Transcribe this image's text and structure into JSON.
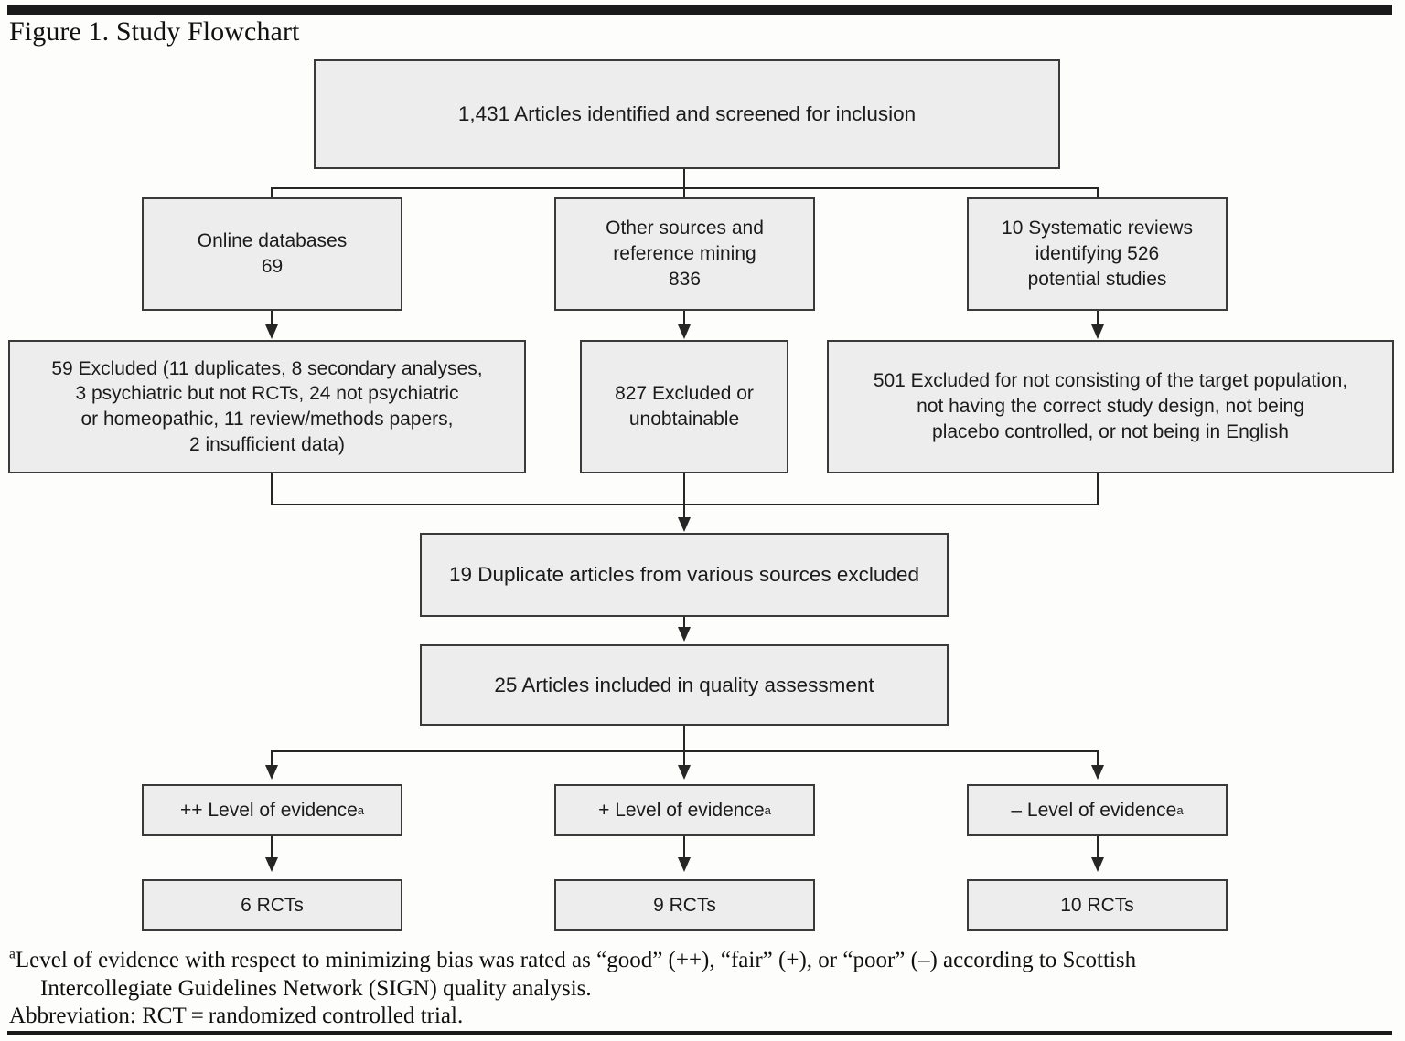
{
  "figure": {
    "title": "Figure 1. Study Flowchart"
  },
  "flow": {
    "screened": "1,431 Articles identified and screened for inclusion",
    "sources": [
      {
        "name": "online-databases",
        "text": "Online databases\n69"
      },
      {
        "name": "other-sources",
        "text": "Other sources and\nreference mining\n836"
      },
      {
        "name": "systematic-reviews",
        "text": "10 Systematic reviews\nidentifying 526\npotential studies"
      }
    ],
    "exclusions": [
      {
        "name": "excluded-59",
        "text": "59 Excluded (11 duplicates, 8 secondary analyses,\n3 psychiatric but not RCTs, 24 not psychiatric\nor homeopathic, 11 review/methods papers,\n2 insufficient data)"
      },
      {
        "name": "excluded-827",
        "text": "827 Excluded or\nunobtainable"
      },
      {
        "name": "excluded-501",
        "text": "501 Excluded for not consisting of the target population,\nnot having the  correct study design, not being\nplacebo controlled, or not being in English"
      }
    ],
    "duplicates": "19 Duplicate articles from various sources excluded",
    "included": "25 Articles included in quality assessment",
    "levels": [
      {
        "name": "level-plusplus",
        "label": "++ Level of evidence",
        "marker": "a",
        "rcts": "6 RCTs"
      },
      {
        "name": "level-plus",
        "label": "+ Level of evidence",
        "marker": "a",
        "rcts": "9 RCTs"
      },
      {
        "name": "level-minus",
        "label": "– Level of evidence",
        "marker": "a",
        "rcts": "10 RCTs"
      }
    ]
  },
  "footnote": {
    "marker": "a",
    "line1": "Level of evidence with respect to minimizing bias was rated as “good” (++), “fair” (+), or “poor” (–) according to Scottish",
    "line2": "Intercollegiate Guidelines Network (SIGN) quality analysis.",
    "line3": "Abbreviation: RCT = randomized controlled trial."
  },
  "chart_data": {
    "type": "diagram",
    "title": "Figure 1. Study Flowchart",
    "nodes": [
      {
        "id": "screened",
        "label": "1,431 Articles identified and screened for inclusion",
        "value": 1431
      },
      {
        "id": "online-databases",
        "label": "Online databases",
        "value": 69
      },
      {
        "id": "other-sources",
        "label": "Other sources and reference mining",
        "value": 836
      },
      {
        "id": "systematic-reviews",
        "label": "10 Systematic reviews identifying 526 potential studies",
        "value": 526
      },
      {
        "id": "excluded-59",
        "label": "59 Excluded (11 duplicates, 8 secondary analyses, 3 psychiatric but not RCTs, 24 not psychiatric or homeopathic, 11 review/methods papers, 2 insufficient data)",
        "value": 59
      },
      {
        "id": "excluded-827",
        "label": "827 Excluded or unobtainable",
        "value": 827
      },
      {
        "id": "excluded-501",
        "label": "501 Excluded for not consisting of the target population, not having the correct study design, not being placebo controlled, or not being in English",
        "value": 501
      },
      {
        "id": "duplicates",
        "label": "19 Duplicate articles from various sources excluded",
        "value": 19
      },
      {
        "id": "included",
        "label": "25 Articles included in quality assessment",
        "value": 25
      },
      {
        "id": "level-plusplus",
        "label": "++ Level of evidence",
        "value": 6
      },
      {
        "id": "level-plus",
        "label": "+ Level of evidence",
        "value": 9
      },
      {
        "id": "level-minus",
        "label": "- Level of evidence",
        "value": 10
      }
    ],
    "edges": [
      [
        "screened",
        "online-databases"
      ],
      [
        "screened",
        "other-sources"
      ],
      [
        "screened",
        "systematic-reviews"
      ],
      [
        "online-databases",
        "excluded-59"
      ],
      [
        "other-sources",
        "excluded-827"
      ],
      [
        "systematic-reviews",
        "excluded-501"
      ],
      [
        "excluded-59",
        "duplicates"
      ],
      [
        "excluded-827",
        "duplicates"
      ],
      [
        "excluded-501",
        "duplicates"
      ],
      [
        "duplicates",
        "included"
      ],
      [
        "included",
        "level-plusplus"
      ],
      [
        "included",
        "level-plus"
      ],
      [
        "included",
        "level-minus"
      ],
      [
        "level-plusplus",
        "6 RCTs"
      ],
      [
        "level-plus",
        "9 RCTs"
      ],
      [
        "level-minus",
        "10 RCTs"
      ]
    ]
  }
}
